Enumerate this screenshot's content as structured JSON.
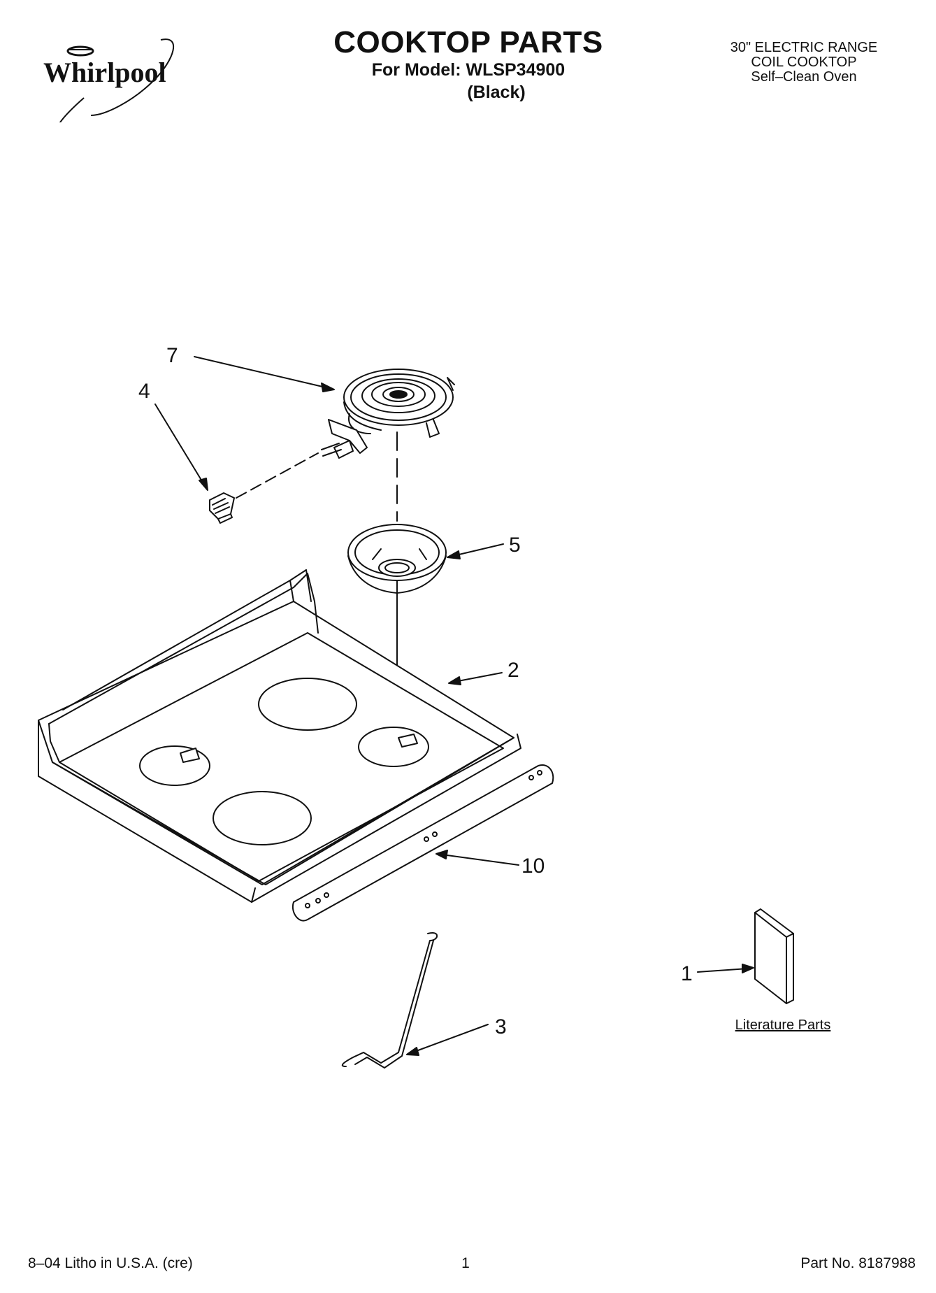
{
  "header": {
    "brand": "Whirlpool",
    "title": "COOKTOP PARTS",
    "model_line": "For Model: WLSP34900",
    "color_line": "(Black)",
    "product_lines": [
      "30\" ELECTRIC RANGE",
      "COIL COOKTOP",
      "Self–Clean Oven"
    ]
  },
  "callouts": [
    "7",
    "4",
    "5",
    "2",
    "10",
    "1",
    "3"
  ],
  "literature_label": "Literature Parts",
  "footer": {
    "left": "8–04 Litho in U.S.A. (cre)",
    "center": "1",
    "right": "Part No. 8187988"
  },
  "colors": {
    "ink": "#111111",
    "paper": "#ffffff"
  }
}
